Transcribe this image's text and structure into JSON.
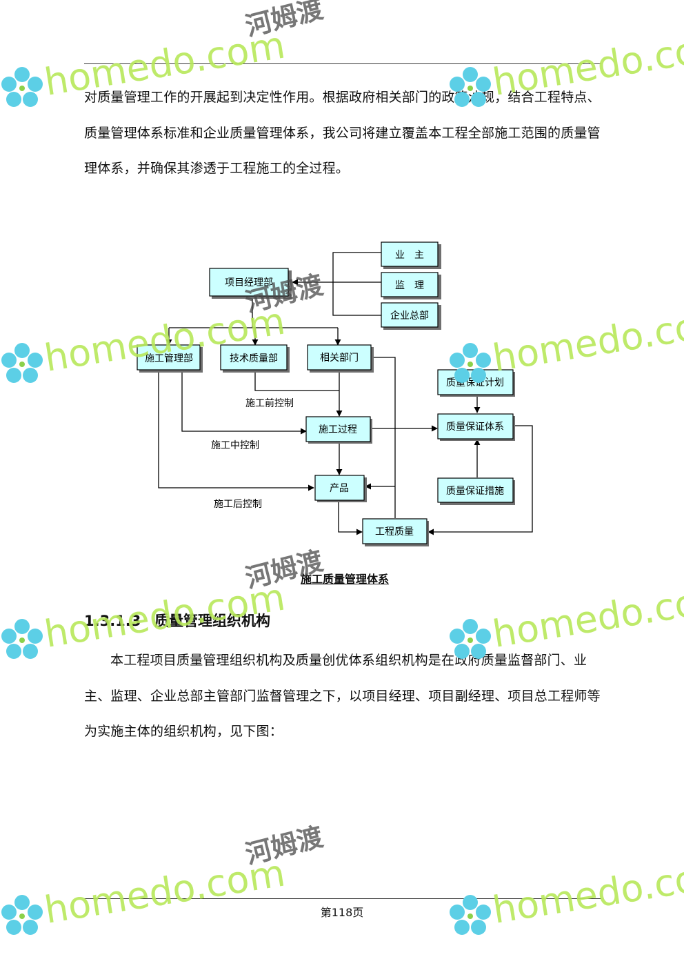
{
  "paragraph1": "对质量管理工作的开展起到决定性作用。根据政府相关部门的政策法规，结合工程特点、质量管理体系标准和企业质量管理体系，我公司将建立覆盖本工程全部施工范围的质量管理体系，并确保其渗透于工程施工的全过程。",
  "diagram": {
    "boxes": {
      "owner": "业　主",
      "supervisor": "监　理",
      "hq": "企业总部",
      "pm_dept": "项目经理部",
      "construction_mgmt": "施工管理部",
      "tech_quality": "技术质量部",
      "related_depts": "相关部门",
      "qa_plan": "质量保证计划",
      "process": "施工过程",
      "qa_system": "质量保证体系",
      "product": "产品",
      "qa_measures": "质量保证措施",
      "eng_quality": "工程质量"
    },
    "labels": {
      "pre_control": "施工前控制",
      "mid_control": "施工中控制",
      "post_control": "施工后控制"
    }
  },
  "caption": "施工质量管理体系",
  "heading": {
    "number": "1.3.1.3",
    "title": "质量管理组织机构"
  },
  "paragraph2": "本工程项目质量管理组织机构及质量创优体系组织机构是在政府质量监督部门、业主、监理、企业总部主管部门监督管理之下，以项目经理、项目副经理、项目总工程师等为实施主体的组织机构，见下图：",
  "page_number": "第118页",
  "watermark": {
    "en": "homedo.com",
    "zh": "河姆渡"
  },
  "colors": {
    "box_fill": "#ccffff",
    "watermark_green": "#b7e85a",
    "watermark_flower": "#5ccfe6"
  }
}
